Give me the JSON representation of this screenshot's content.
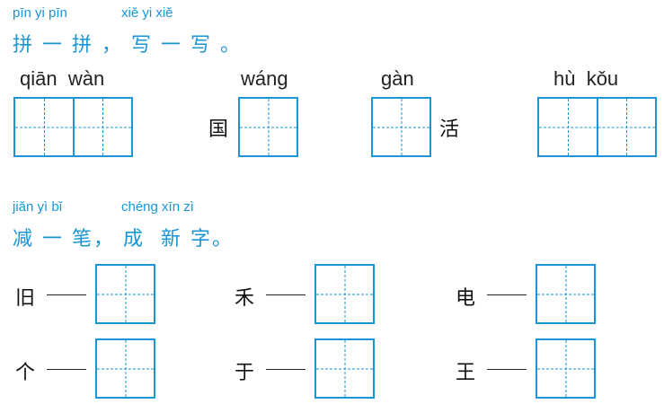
{
  "section1": {
    "instruction_pinyin_1": "pīn yi pīn",
    "instruction_pinyin_2": "xiě yi xiě",
    "instruction_text": "拼 一 拼 ， 写 一 写 。",
    "items": [
      {
        "pinyin": "qiān  wàn",
        "given": ""
      },
      {
        "pinyin": "wáng",
        "given": "国"
      },
      {
        "pinyin": "gàn",
        "given": "活"
      },
      {
        "pinyin": "hù  kǒu",
        "given": ""
      }
    ]
  },
  "section2": {
    "instruction_pinyin_1": "jiǎn yì bǐ",
    "instruction_pinyin_2": "chéng xīn zì",
    "instruction_text": "减 一 笔， 成  新 字。",
    "rows": [
      [
        "旧",
        "禾",
        "电"
      ],
      [
        "个",
        "于",
        "王"
      ]
    ]
  },
  "colors": {
    "accent": "#1a95d5",
    "text": "#222222"
  }
}
